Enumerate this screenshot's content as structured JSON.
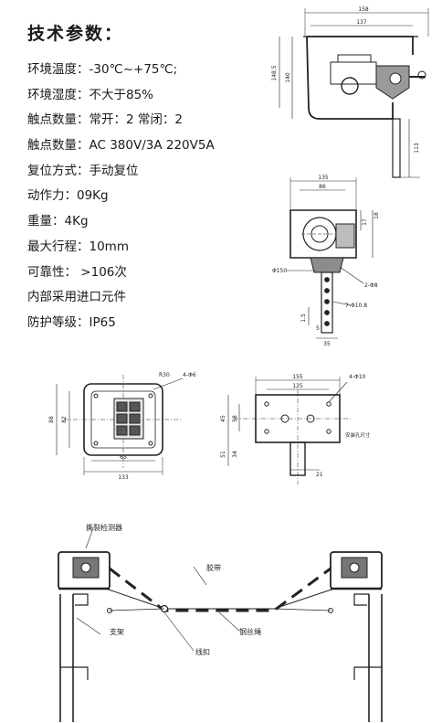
{
  "specs": {
    "title": "技术参数：",
    "items": [
      "环境温度：-30℃~+75℃;",
      "环境湿度：不大于85%",
      "触点数量：常开：2 常闭：2",
      "触点数量：AC 380V/3A 220V5A",
      "复位方式：手动复位",
      "动作力：09Kg",
      "重量：4Kg",
      "最大行程：10mm",
      "可靠性： >106次",
      "内部采用进口元件",
      "防护等级：IP65"
    ]
  },
  "drawing1": {
    "dims": [
      "158",
      "137",
      "148.5",
      "140",
      "113"
    ]
  },
  "drawing2": {
    "dims": [
      "135",
      "86",
      "17",
      "18",
      "Φ150",
      "2-Φ8",
      "7-Φ10.8",
      "1.5",
      "5",
      "35"
    ]
  },
  "drawing3": {
    "dims": [
      "R30",
      "4-Φ6",
      "88",
      "82",
      "65",
      "133"
    ]
  },
  "drawing4": {
    "dims": [
      "155",
      "125",
      "45",
      "58",
      "51",
      "34",
      "4-Φ10",
      "21"
    ],
    "note": "安装孔尺寸"
  },
  "installation": {
    "labels": {
      "switch": "撕裂检测器",
      "belt": "胶带",
      "bracket": "支架",
      "rope": "钢丝绳",
      "clip": "线扣"
    }
  }
}
